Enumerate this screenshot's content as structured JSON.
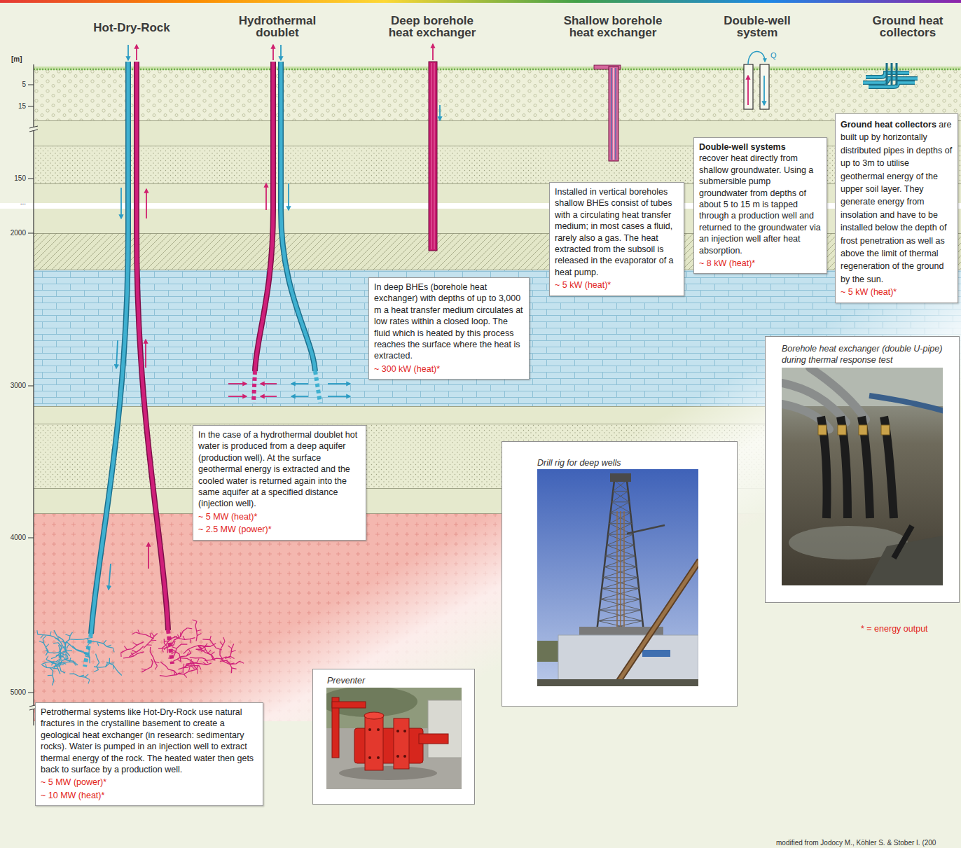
{
  "diagram": {
    "caption": "modified from Jodocy M., Köhler S. & Stober I. (200",
    "nodes": [
      {
        "text": [
          "Petrothermal systems like Hot-Dry-Rock use natural fractures in the crystalline basement to create a geological heat exchanger (in research: sedimentary rocks). Water is pumped in an injection well to extract thermal energy of the rock. The heated water then gets back to surface by a production well.",
          "~ 5 MW (power)*",
          "~ 10 MW (heat)*"
        ]
      },
      {
        "text": [
          "In the case of a hydrothermal doublet hot water is produced from a deep aquifer (production well). At the surface geothermal energy is extracted and the cooled water is returned again into the same aquifer at a specified distance (injection well).",
          "~ 5 MW (heat)*",
          "~ 2.5 MW (power)*"
        ]
      },
      {
        "text": [
          "In deep BHEs (borehole heat exchanger) with depths of up to 3,000 m a heat transfer medium circulates at low rates within a closed loop. The fluid which is heated by this process reaches the surface where the heat is extracted.",
          "~ 300 kW (heat)*"
        ]
      },
      {
        "text": [
          "Installed in vertical boreholes shallow BHEs consist of tubes with a circulating heat transfer medium; in most cases a fluid, rarely also a gas. The heat extracted from the subsoil is released in the evaporator of a heat pump.",
          "~ 5 kW (heat)*"
        ]
      },
      {
        "text": [
          "Double-well systems",
          "recover heat directly from shallow groundwater. Using a submersible pump groundwater from depths of about 5 to 15 m is tapped through a production well and returned to the groundwater via an injection well after heat absorption.",
          "~ 8 kW (heat)*"
        ]
      },
      {
        "text": [
          "Ground heat collectors",
          "are built up by horizontally distributed pipes in depths of up to 3m to utilise geothermal energy of the upper soil layer. They generate energy from insolation and have to be installed below the depth of frost penetration as well as above the limit of thermal regeneration of the ground by the sun.",
          "~ 5 kW (heat)*"
        ]
      },
      {
        "text": [
          "Drill rig for deep wells"
        ]
      },
      {
        "text": [
          "Preventer"
        ]
      },
      {
        "text": [
          "Borehole heat exchanger (double U-pipe) during thermal response test"
        ]
      }
    ],
    "labels": [
      "Hot-Dry-Rock",
      "Hydrothermal doublet",
      "Deep borehole heat exchanger",
      "Shallow borehole heat exchanger",
      "Double-well system",
      "Ground heat collectors",
      "[m]",
      "5",
      "15",
      "150",
      "...",
      "2000",
      "3000",
      "4000",
      "5000",
      "Q",
      "* = energy output"
    ]
  }
}
